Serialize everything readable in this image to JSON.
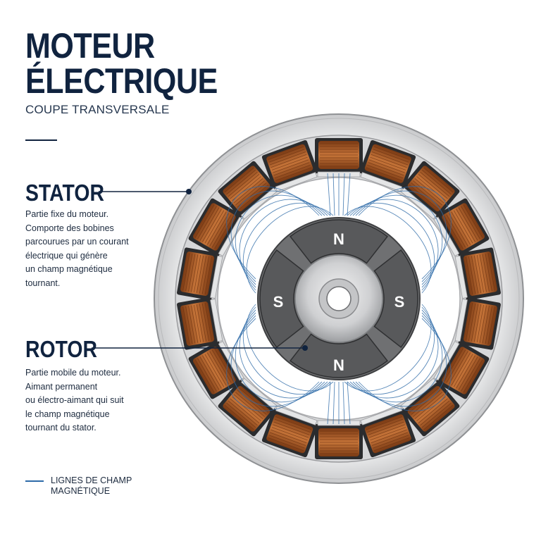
{
  "title": {
    "line1": "MOTEUR",
    "line2": "ÉLECTRIQUE"
  },
  "subtitle": "COUPE TRANSVERSALE",
  "stator": {
    "heading": "STATOR",
    "description_lines": [
      "Partie fixe du moteur.",
      "Comporte des bobines",
      "parcourues par un courant",
      "électrique qui génère",
      "un champ magnétique",
      "tournant."
    ]
  },
  "rotor": {
    "heading": "ROTOR",
    "description_lines": [
      "Partie mobile du moteur.",
      "Aimant permanent",
      "ou électro-aimant qui suit",
      "le champ magnétique",
      "tournant du stator."
    ]
  },
  "poles": {
    "top": "N",
    "bottom": "N",
    "left": "S",
    "right": "S"
  },
  "legend": {
    "line1": "LIGNES DE CHAMP",
    "line2": "MAGNÉTIQUE"
  },
  "colors": {
    "title": "#10233f",
    "copper": "#b0602a",
    "magnet": "#5c5c5e",
    "field_line": "#2d6aa8",
    "housing": "#d9dadb"
  },
  "coil_count": 18
}
